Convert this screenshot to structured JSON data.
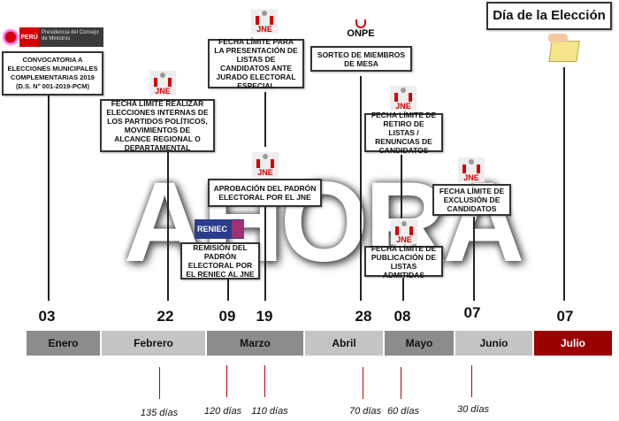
{
  "header": {
    "election_day_title": "Día de la Elección"
  },
  "logos": {
    "pcm_peru": "PERÚ",
    "pcm_text": "Presidencia del Consejo de Ministros",
    "jne": "JNE",
    "onpe": "ONPE",
    "reniec": "RENIEC"
  },
  "watermark": "AHORA",
  "events": [
    {
      "text": "CONVOCATORIA A ELECCIONES MUNICIPALES COMPLEMENTARIAS 2019 (D.S. N° 001-2019-PCM)"
    },
    {
      "text": "FECHA LÍMITE REALIZAR ELECCIONES INTERNAS DE LOS PARTIDOS POLÍTICOS, MOVIMIENTOS DE ALCANCE REGIONAL O DEPARTAMENTAL"
    },
    {
      "text": "FECHA LÍMITE PARA LA PRESENTACIÓN DE LISTAS DE CANDIDATOS ANTE JURADO ELECTORAL ESPECIAL"
    },
    {
      "text": "APROBACIÓN DEL PADRÓN ELECTORAL POR EL JNE"
    },
    {
      "text": "REMISIÓN DEL PADRÓN ELECTORAL POR EL RENIEC AL JNE"
    },
    {
      "text": "SORTEO DE MIEMBROS DE MESA"
    },
    {
      "text": "FECHA LÍMITE DE RETIRO DE LISTAS / RENUNCIAS DE CANDIDATOS"
    },
    {
      "text": "FECHA LÍMITE DE PUBLICACIÓN DE LISTAS ADMITIDAS"
    },
    {
      "text": "FECHA LÍMITE DE EXCLUSIÓN DE CANDIDATOS"
    }
  ],
  "dates": [
    "03",
    "22",
    "09",
    "19",
    "28",
    "08",
    "07",
    "07"
  ],
  "months": [
    "Enero",
    "Febrero",
    "Marzo",
    "Abril",
    "Mayo",
    "Junio",
    "Julio"
  ],
  "days_before": [
    "135 días",
    "120 días",
    "110 días",
    "70 días",
    "60 días",
    "30 días"
  ],
  "colors": {
    "dark_gray": "#8c8c8c",
    "light_gray": "#c4c4c4",
    "julio": "#990000",
    "red_line": "#c00000"
  }
}
